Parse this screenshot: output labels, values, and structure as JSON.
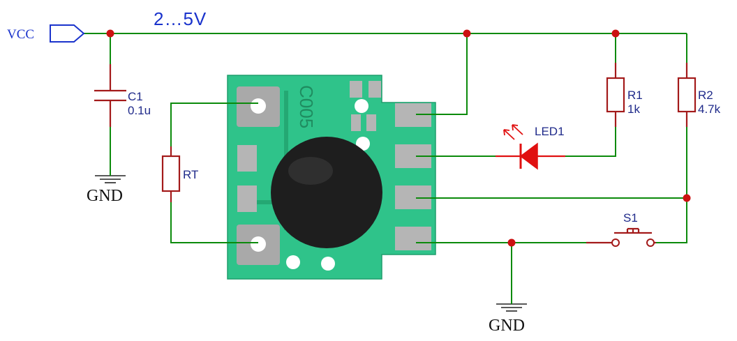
{
  "net_label": "2…5V",
  "ports": {
    "vcc": "VCC"
  },
  "grounds": {
    "left": "GND",
    "bottom": "GND"
  },
  "components": {
    "c1": {
      "ref": "C1",
      "value": "0.1u"
    },
    "rt": {
      "ref": "RT"
    },
    "r1": {
      "ref": "R1",
      "value": "1k"
    },
    "r2": {
      "ref": "R2",
      "value": "4.7k"
    },
    "led1": {
      "ref": "LED1"
    },
    "s1": {
      "ref": "S1"
    }
  },
  "board": {
    "silkscreen": "C005"
  },
  "colors": {
    "wire": "#0b8a0b",
    "component": "#a31a1a",
    "junction": "#cc1111",
    "label": "#1f2a8a",
    "net_label": "#1a33cc",
    "pcb": "#2fc38a",
    "led": "#e01010"
  }
}
